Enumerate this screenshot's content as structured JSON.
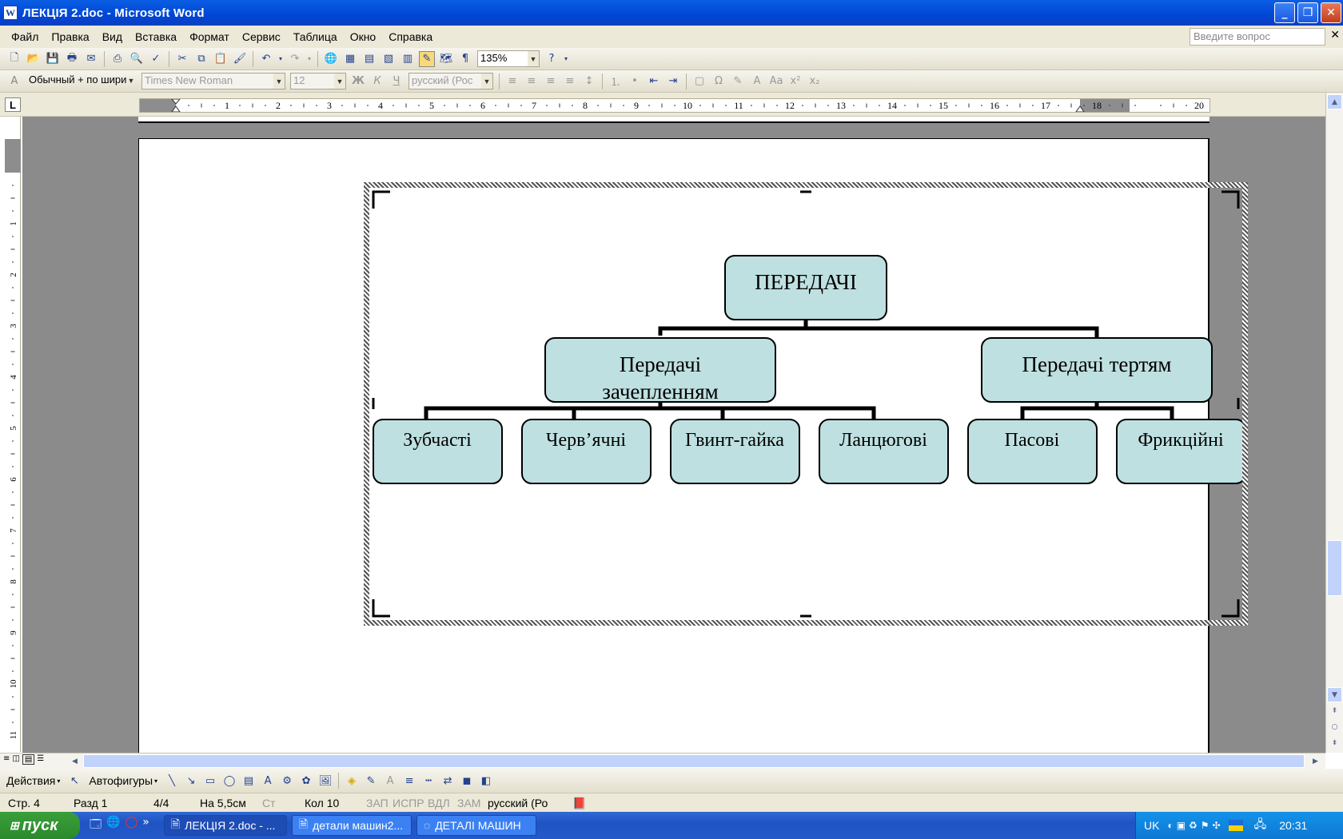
{
  "window": {
    "title": "ЛЕКЦІЯ 2.doc - Microsoft Word"
  },
  "menu": [
    "Файл",
    "Правка",
    "Вид",
    "Вставка",
    "Формат",
    "Сервис",
    "Таблица",
    "Окно",
    "Справка"
  ],
  "help_box": {
    "placeholder": "Введите вопрос"
  },
  "standard_toolbar": {
    "zoom": "135%"
  },
  "format_toolbar": {
    "style": "Обычный + по шири",
    "font": "Times New Roman",
    "size": "12",
    "language": "русский (Рос"
  },
  "ruler": {
    "labels": [
      "1",
      "2",
      "3",
      "4",
      "5",
      "6",
      "7",
      "8",
      "9",
      "10",
      "11",
      "12",
      "13",
      "14",
      "15",
      "16",
      "17",
      "18",
      "20"
    ],
    "vlabels": [
      "1",
      "2",
      "3",
      "4",
      "5",
      "6",
      "7",
      "8",
      "9",
      "10",
      "11"
    ]
  },
  "diagram": {
    "root": "ПЕРЕДАЧІ",
    "left": [
      "Передачі",
      "зачепленням"
    ],
    "right": "Передачі тертям",
    "leaves": [
      "Зубчасті",
      "Черв’ячні",
      "Гвинт-гайка",
      "Ланцюгові",
      "Пасові",
      "Фрикційні"
    ]
  },
  "drawing_toolbar": {
    "actions": "Действия",
    "autoshapes": "Автофигуры"
  },
  "status": {
    "page": "Стр. 4",
    "section": "Разд 1",
    "pages": "4/4",
    "at": "На 5,5см",
    "line": "Ст",
    "col": "Кол 10",
    "rec": "ЗАП",
    "trk": "ИСПР",
    "ext": "ВДЛ",
    "ovr": "ЗАМ",
    "lang": "русский (Ро"
  },
  "taskbar": {
    "start": "пуск",
    "tasks": [
      "ЛЕКЦІЯ 2.doc - ...",
      "детали машин2...",
      "ДЕТАЛІ МАШИН"
    ],
    "lang": "UK",
    "clock": "20:31"
  }
}
